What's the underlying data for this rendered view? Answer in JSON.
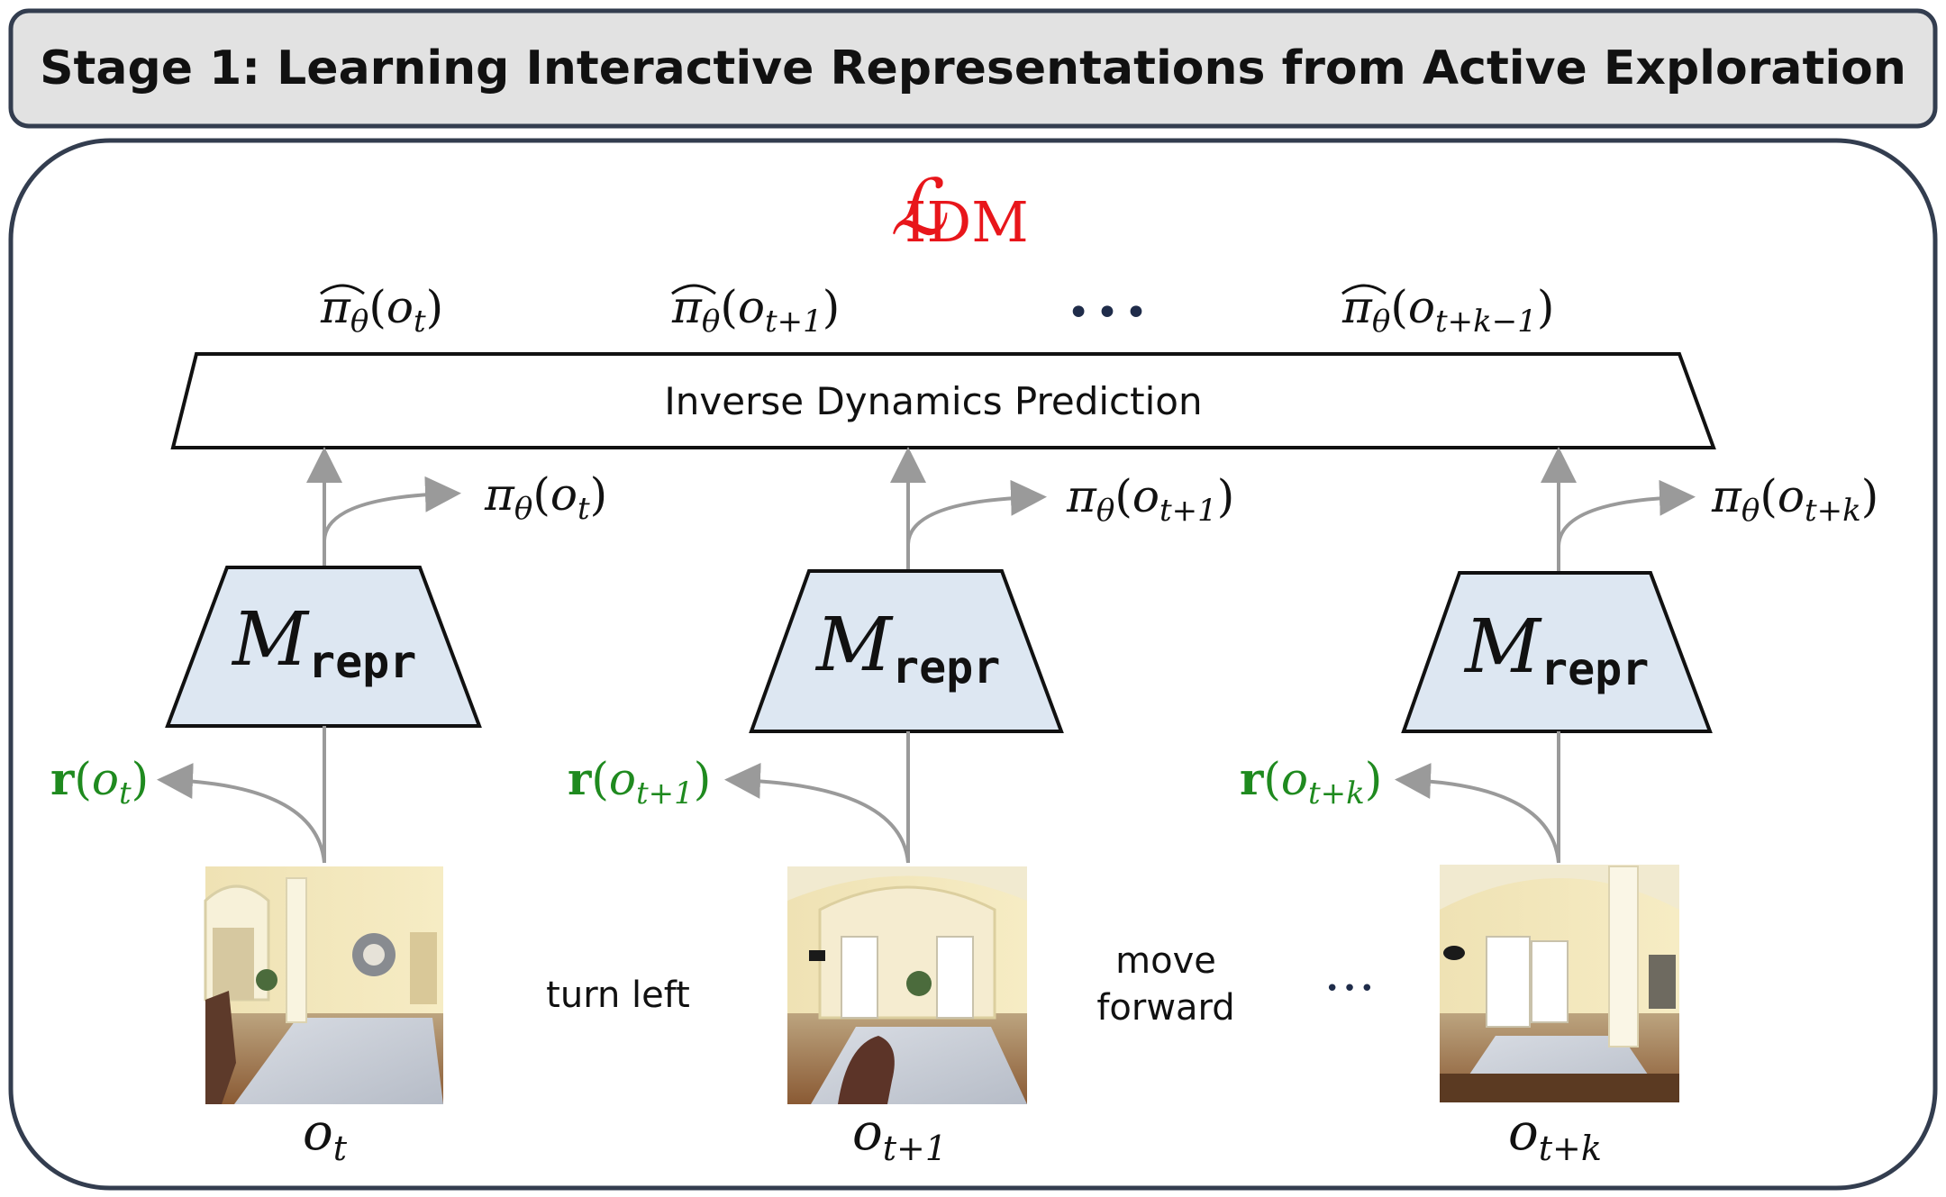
{
  "title": "Stage 1: Learning Interactive Representations from Active Exploration",
  "loss": {
    "symbol": "ℒ",
    "subscript": "IDM",
    "color": "#e8161b"
  },
  "inverse_dynamics": {
    "label": "Inverse Dynamics Prediction"
  },
  "prediction_ellipsis": "•••",
  "predictions": [
    {
      "pi": "π",
      "theta": "θ",
      "paren_open": "(",
      "o": "o",
      "sub": "t",
      "paren_close": ")"
    },
    {
      "pi": "π",
      "theta": "θ",
      "paren_open": "(",
      "o": "o",
      "sub": "t+1",
      "paren_close": ")"
    },
    {
      "pi": "π",
      "theta": "θ",
      "paren_open": "(",
      "o": "o",
      "sub": "t+k−1",
      "paren_close": ")"
    }
  ],
  "policy_outputs": [
    {
      "pi": "π",
      "theta": "θ",
      "paren_open": "(",
      "o": "o",
      "sub": "t",
      "paren_close": ")"
    },
    {
      "pi": "π",
      "theta": "θ",
      "paren_open": "(",
      "o": "o",
      "sub": "t+1",
      "paren_close": ")"
    },
    {
      "pi": "π",
      "theta": "θ",
      "paren_open": "(",
      "o": "o",
      "sub": "t+k",
      "paren_close": ")"
    }
  ],
  "encoders": [
    {
      "main": "M",
      "sub": "repr"
    },
    {
      "main": "M",
      "sub": "repr"
    },
    {
      "main": "M",
      "sub": "repr"
    }
  ],
  "representations": {
    "color": "#1f8a1f",
    "items": [
      {
        "r": "r",
        "paren_open": "(",
        "o": "o",
        "sub": "t",
        "paren_close": ")"
      },
      {
        "r": "r",
        "paren_open": "(",
        "o": "o",
        "sub": "t+1",
        "paren_close": ")"
      },
      {
        "r": "r",
        "paren_open": "(",
        "o": "o",
        "sub": "t+k",
        "paren_close": ")"
      }
    ]
  },
  "observations": [
    {
      "o": "o",
      "sub": "t"
    },
    {
      "o": "o",
      "sub": "t+1"
    },
    {
      "o": "o",
      "sub": "t+k"
    }
  ],
  "actions": {
    "turn_left": "turn left",
    "move_line1": "move",
    "move_line2": "forward",
    "ellipsis": "•••"
  },
  "colors": {
    "panel_fill": "#e2e2e2",
    "frame_stroke": "#333d4f",
    "encoder_fill": "#dde7f2",
    "dots": "#1f2c4a",
    "arrow": "#9a9a9a"
  }
}
